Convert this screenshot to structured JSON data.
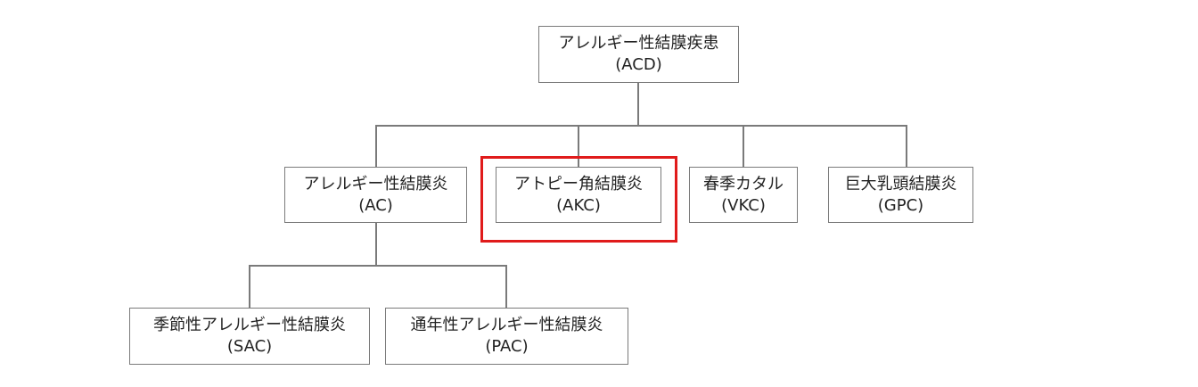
{
  "diagram": {
    "root": {
      "label": "アレルギー性結膜疾患",
      "abbr": "(ACD)"
    },
    "children": [
      {
        "label": "アレルギー性結膜炎",
        "abbr": "(AC)",
        "children": [
          {
            "label": "季節性アレルギー性結膜炎",
            "abbr": "(SAC)"
          },
          {
            "label": "通年性アレルギー性結膜炎",
            "abbr": "(PAC)"
          }
        ]
      },
      {
        "label": "アトピー角結膜炎",
        "abbr": "(AKC)",
        "highlighted": true
      },
      {
        "label": "春季カタル",
        "abbr": "(VKC)"
      },
      {
        "label": "巨大乳頭結膜炎",
        "abbr": "(GPC)"
      }
    ],
    "highlight_color": "#e01b1b"
  }
}
